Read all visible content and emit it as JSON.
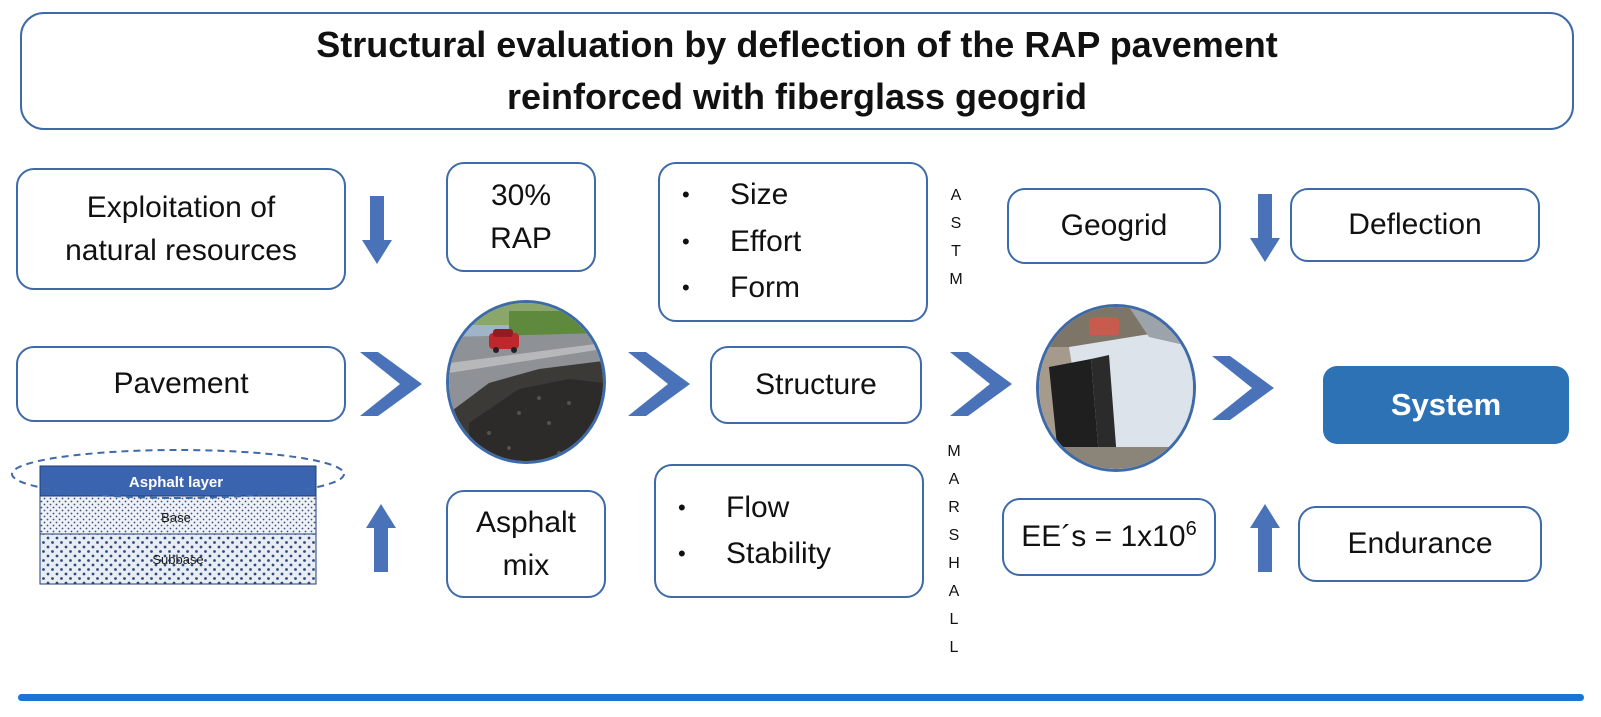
{
  "title": {
    "line1": "Structural evaluation by deflection of the RAP pavement",
    "line2": "reinforced with fiberglass geogrid"
  },
  "boxes": {
    "exploitation": [
      "Exploitation of",
      "natural resources"
    ],
    "rap": [
      "30%",
      "RAP"
    ],
    "pavement": "Pavement",
    "asphalt_mix": [
      "Asphalt",
      "mix"
    ],
    "structure": "Structure",
    "geogrid": "Geogrid",
    "deflection": "Deflection",
    "ee_base": "EE´s = 1x10",
    "ee_exponent": "6",
    "endurance": "Endurance",
    "system": "System"
  },
  "astm_bullets": [
    "Size",
    "Effort",
    "Form"
  ],
  "marshall_bullets": [
    "Flow",
    "Stability"
  ],
  "bullet_glyph": "•",
  "astm_letters": [
    "A",
    "S",
    "T",
    "M"
  ],
  "marshall_letters": [
    "M",
    "A",
    "R",
    "S",
    "H",
    "A",
    "L",
    "L"
  ],
  "layers": {
    "asphalt": "Asphalt layer",
    "base": "Base",
    "subbase": "Subbase"
  },
  "colors": {
    "accent": "#3d6aa8",
    "arrow": "#4a72b8",
    "system_fill": "#2e72b6",
    "asphalt_layer": "#3a63b0",
    "bottom_rule": "#1b73d6"
  },
  "icons": {
    "arrow_down": "arrow-down-icon",
    "arrow_up": "arrow-up-icon",
    "chevron": "chevron-right-icon"
  }
}
